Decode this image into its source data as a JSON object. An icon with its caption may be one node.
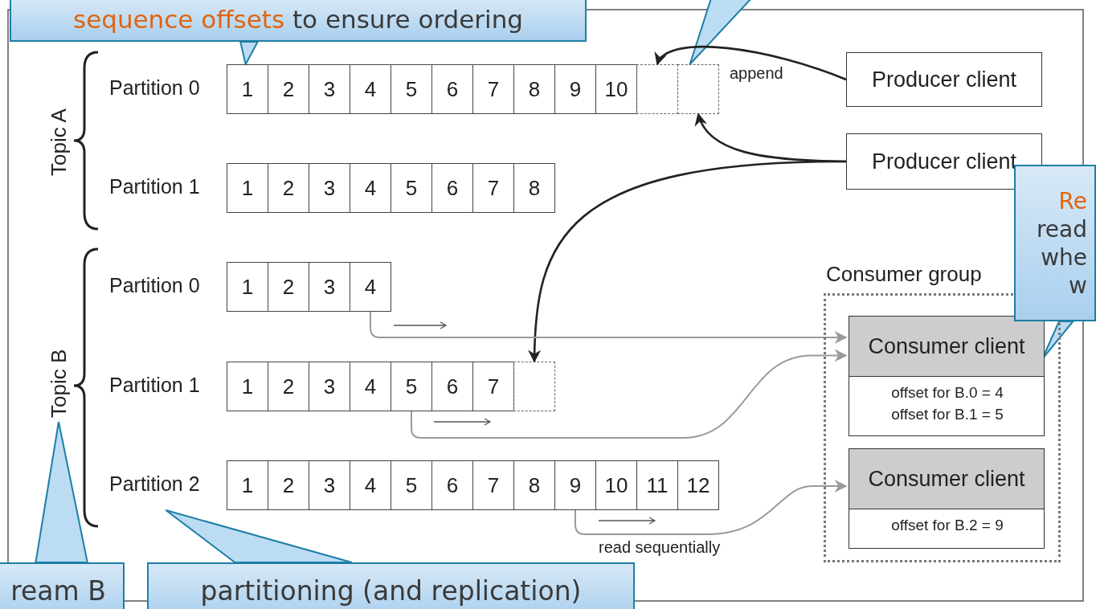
{
  "diagram": {
    "nodes": [
      {
        "text": [
          "**sequence offsets** to ensure ordering"
        ]
      },
      {
        "text": [
          "Topic A"
        ]
      },
      {
        "text": [
          "Partition 0"
        ]
      },
      {
        "text": [
          "1"
        ],
        "in": 2
      },
      {
        "text": [
          "2"
        ],
        "in": 2
      },
      {
        "text": [
          "3"
        ],
        "in": 2
      },
      {
        "text": [
          "4"
        ],
        "in": 2
      },
      {
        "text": [
          "5"
        ],
        "in": 2
      },
      {
        "text": [
          "6"
        ],
        "in": 2
      },
      {
        "text": [
          "7"
        ],
        "in": 2
      },
      {
        "text": [
          "8"
        ],
        "in": 2
      },
      {
        "text": [
          "9"
        ],
        "in": 2
      },
      {
        "text": [
          "10"
        ],
        "in": 2
      },
      {
        "text": [],
        "shape": "box",
        "in": 2
      },
      {
        "text": [],
        "shape": "box",
        "in": 2
      },
      {
        "text": [
          "Producer client"
        ]
      },
      {
        "text": [
          "Producer client"
        ]
      },
      {
        "text": [
          "Partition 1"
        ]
      },
      {
        "text": [
          "1"
        ],
        "in": 17
      },
      {
        "text": [
          "2"
        ],
        "in": 17
      },
      {
        "text": [
          "3"
        ],
        "in": 17
      },
      {
        "text": [
          "4"
        ],
        "in": 17
      },
      {
        "text": [
          "5"
        ],
        "in": 17
      },
      {
        "text": [
          "6"
        ],
        "in": 17
      },
      {
        "text": [
          "7"
        ],
        "in": 17
      },
      {
        "text": [
          "8"
        ],
        "in": 17
      },
      {
        "text": [
          "**Re** read whe w"
        ]
      },
      {
        "text": [
          "Consumer group"
        ]
      },
      {
        "text": [
          "Consumer client",
          "offset for B.0 = 4 offset for B.1 = 5"
        ],
        "in": 27
      },
      {
        "text": [
          "Consumer client",
          "offset for B.2 = 9"
        ],
        "in": 27
      },
      {
        "text": [
          "Topic B"
        ]
      },
      {
        "text": [
          "Partition 0"
        ]
      },
      {
        "text": [
          "1"
        ],
        "in": 31
      },
      {
        "text": [
          "2"
        ],
        "in": 31
      },
      {
        "text": [
          "3"
        ],
        "in": 31
      },
      {
        "text": [
          "4"
        ],
        "in": 31
      },
      {
        "text": [
          "Partition 1"
        ]
      },
      {
        "text": [
          "1"
        ],
        "in": 36
      },
      {
        "text": [
          "2"
        ],
        "in": 36
      },
      {
        "text": [
          "3"
        ],
        "in": 36
      },
      {
        "text": [
          "4"
        ],
        "in": 36
      },
      {
        "text": [
          "5"
        ],
        "in": 36
      },
      {
        "text": [
          "6"
        ],
        "in": 36
      },
      {
        "text": [
          "7"
        ],
        "in": 36
      },
      {
        "text": [],
        "shape": "box",
        "in": 36
      },
      {
        "text": [
          "Partition 2"
        ]
      },
      {
        "text": [
          "1"
        ],
        "in": 45
      },
      {
        "text": [
          "2"
        ],
        "in": 45
      },
      {
        "text": [
          "3"
        ],
        "in": 45
      },
      {
        "text": [
          "4"
        ],
        "in": 45
      },
      {
        "text": [
          "5"
        ],
        "in": 45
      },
      {
        "text": [
          "6"
        ],
        "in": 45
      },
      {
        "text": [
          "7"
        ],
        "in": 45
      },
      {
        "text": [
          "8"
        ],
        "in": 45
      },
      {
        "text": [
          "9"
        ],
        "in": 45
      },
      {
        "text": [
          "10"
        ],
        "in": 45
      },
      {
        "text": [
          "11"
        ],
        "in": 45
      },
      {
        "text": [
          "12"
        ],
        "in": 45
      },
      {
        "text": [
          "ream B"
        ]
      },
      {
        "text": [
          "partitioning (and replication)"
        ]
      }
    ],
    "edges": [
      {
        "from": null,
        "to": 14,
        "arrow": "to"
      },
      {
        "from": 15,
        "to": 13,
        "arrow": "to",
        "color": "#222222"
      },
      {
        "from": 16,
        "to": 14,
        "arrow": "to",
        "color": "#222222"
      },
      {
        "from": 16,
        "to": 44,
        "arrow": "to",
        "color": "#222222"
      },
      {
        "from": 35,
        "to": 28,
        "arrow": "to",
        "color": "#9a9a9a"
      },
      {
        "from": 41,
        "to": 28,
        "arrow": "to",
        "color": "#9a9a9a"
      },
      {
        "from": 54,
        "to": 29,
        "arrow": "to",
        "color": "#9a9a9a"
      },
      {
        "from": 0,
        "to": 2,
        "arrow": "to"
      },
      {
        "from": 26,
        "to": 28,
        "arrow": "to"
      },
      {
        "from": 58,
        "to": 30,
        "arrow": "to"
      },
      {
        "from": 59,
        "to": 45,
        "arrow": "to"
      }
    ],
    "labels": [
      "append",
      "read sequentially"
    ]
  }
}
